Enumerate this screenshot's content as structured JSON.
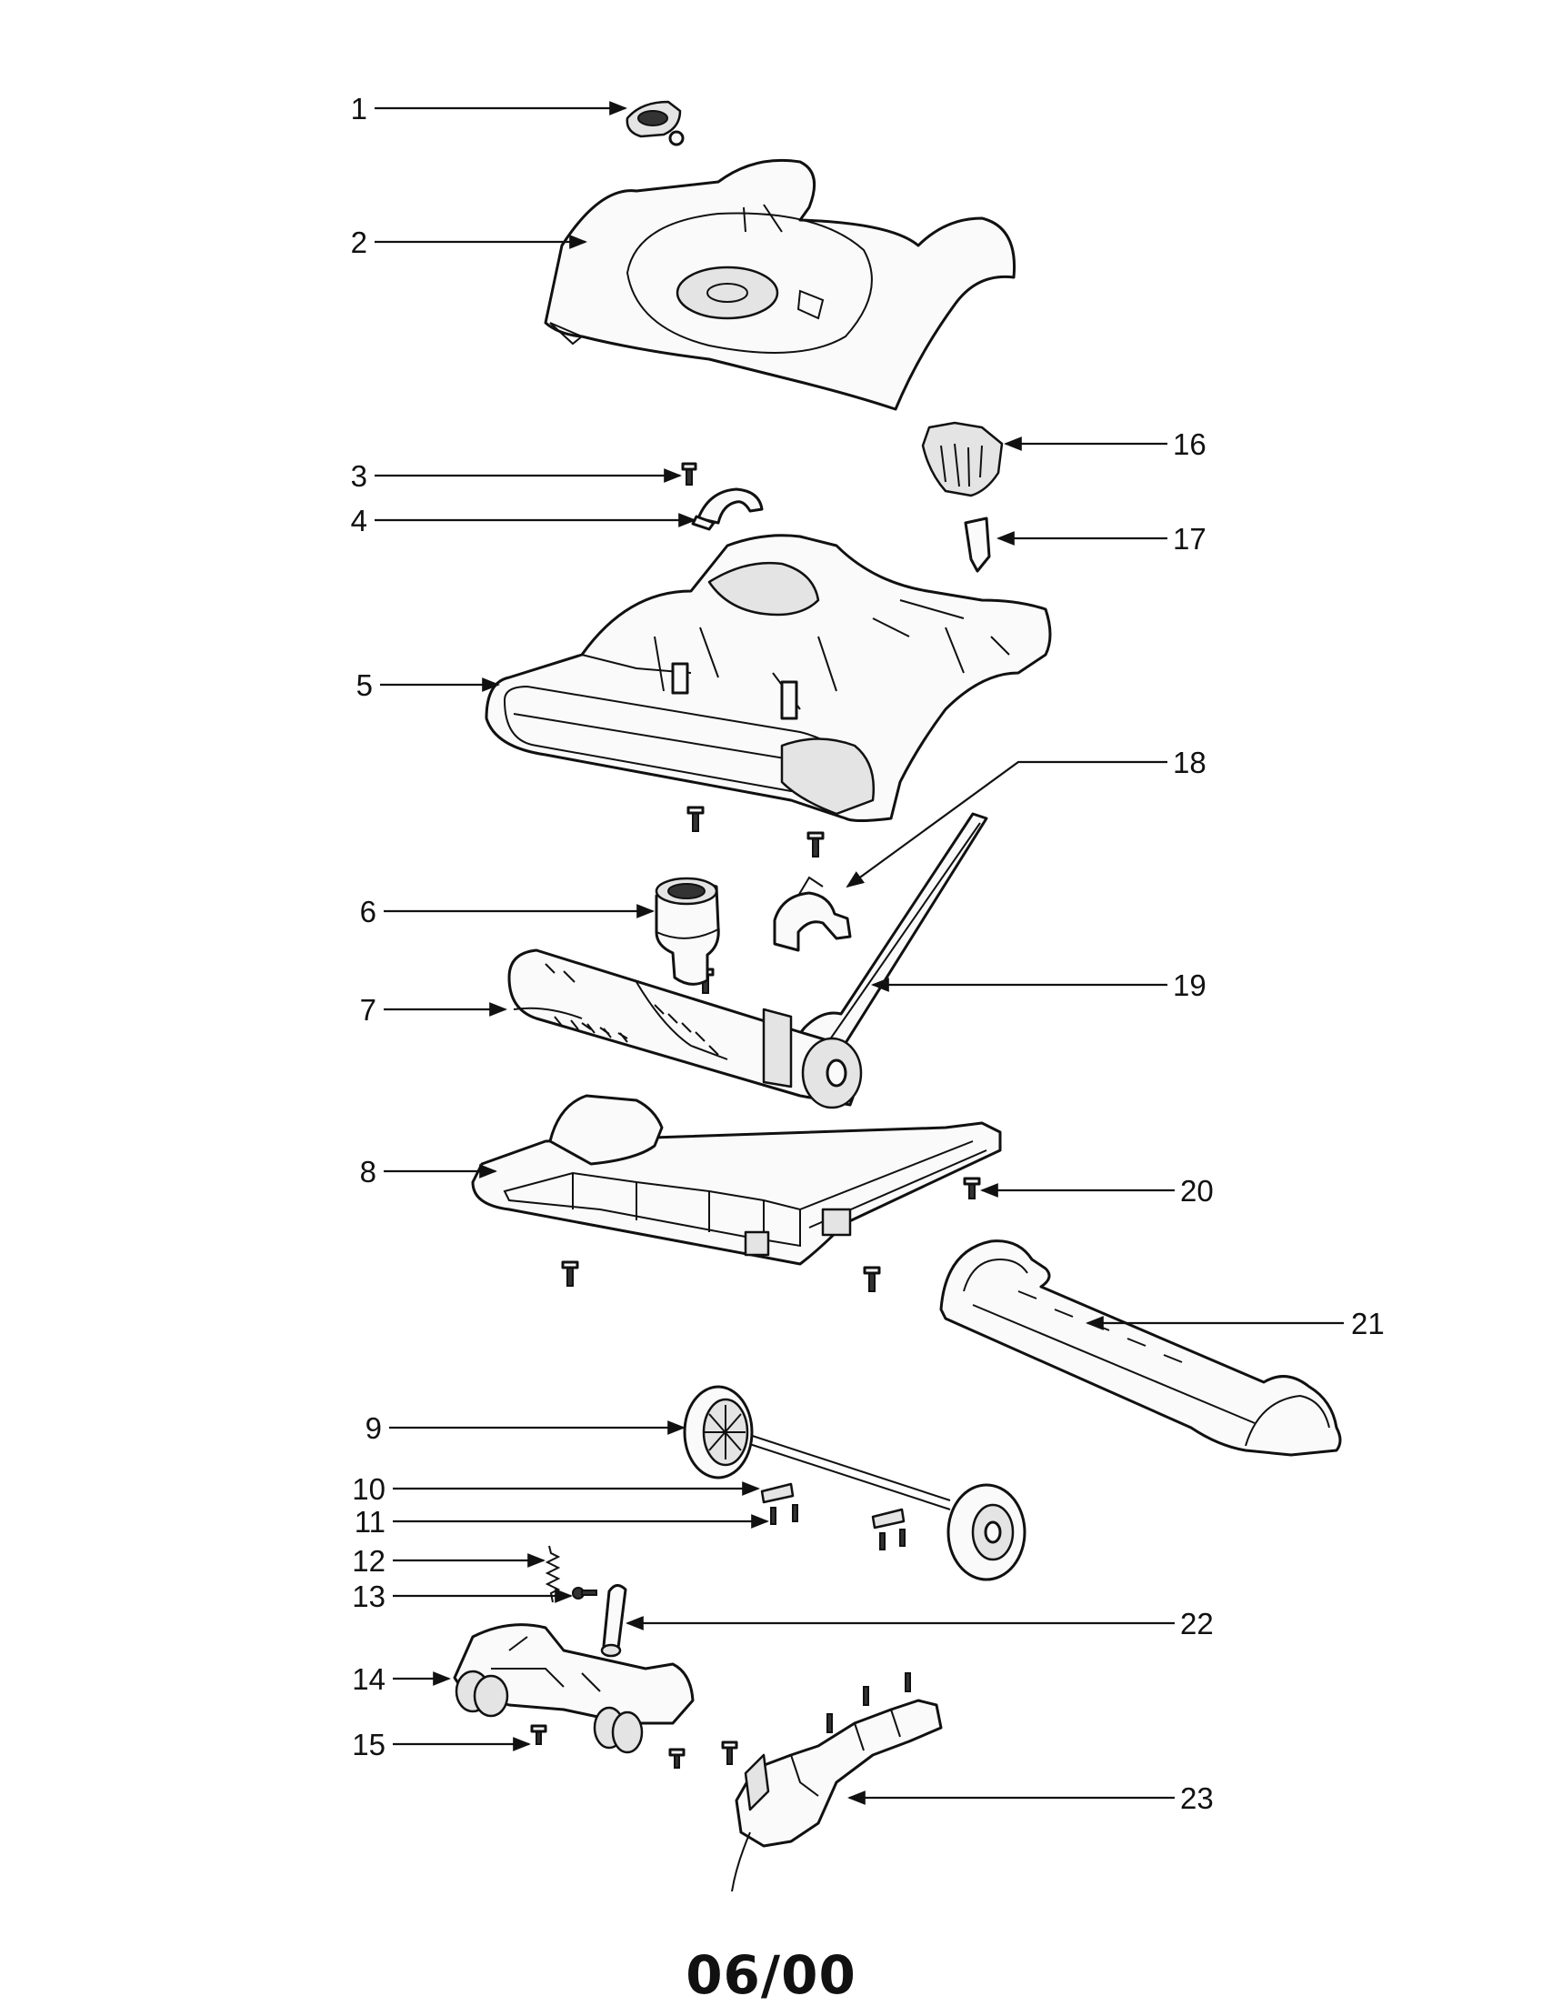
{
  "diagram": {
    "callouts": [
      {
        "num": "1"
      },
      {
        "num": "2"
      },
      {
        "num": "3"
      },
      {
        "num": "4"
      },
      {
        "num": "5"
      },
      {
        "num": "6"
      },
      {
        "num": "7"
      },
      {
        "num": "8"
      },
      {
        "num": "9"
      },
      {
        "num": "10"
      },
      {
        "num": "11"
      },
      {
        "num": "12"
      },
      {
        "num": "13"
      },
      {
        "num": "14"
      },
      {
        "num": "15"
      },
      {
        "num": "16"
      },
      {
        "num": "17"
      },
      {
        "num": "18"
      },
      {
        "num": "19"
      },
      {
        "num": "20"
      },
      {
        "num": "21"
      },
      {
        "num": "22"
      },
      {
        "num": "23"
      }
    ]
  },
  "footer": {
    "code": "06/00"
  }
}
